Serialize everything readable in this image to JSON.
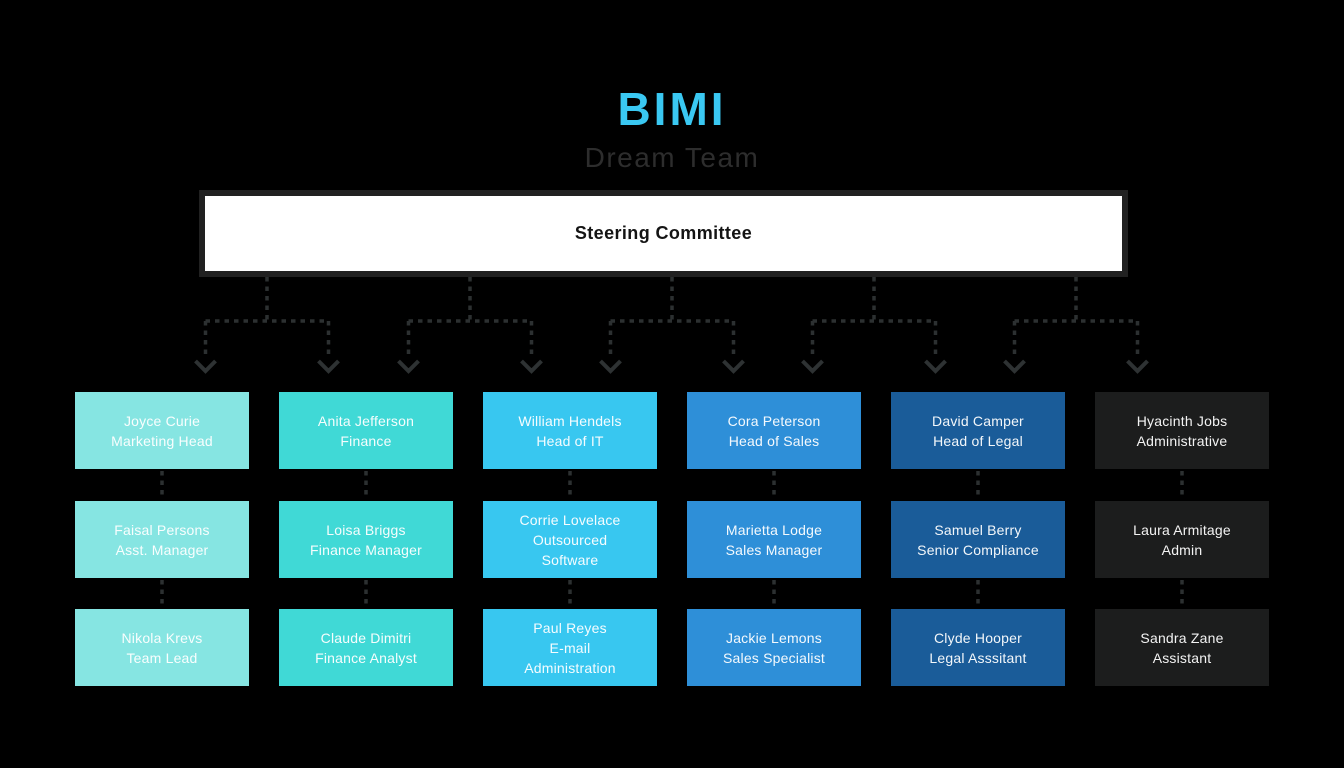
{
  "header": {
    "brand": "BIMI",
    "brand_color": "#3AC8F2",
    "subtitle": "Dream Team",
    "subtitle_color": "#2D2D2D"
  },
  "root": {
    "label": "Steering Committee"
  },
  "org": {
    "columns": [
      {
        "department": "marketing",
        "color": "#86E5E2",
        "members": [
          {
            "name": "Joyce Curie",
            "role": "Marketing Head"
          },
          {
            "name": "Faisal Persons",
            "role": "Asst. Manager"
          },
          {
            "name": "Nikola Krevs",
            "role": "Team Lead"
          }
        ]
      },
      {
        "department": "finance",
        "color": "#40D9D6",
        "members": [
          {
            "name": "Anita Jefferson",
            "role": "Finance"
          },
          {
            "name": "Loisa Briggs",
            "role": "Finance Manager"
          },
          {
            "name": "Claude Dimitri",
            "role": "Finance Analyst"
          }
        ]
      },
      {
        "department": "it",
        "color": "#38C7F0",
        "members": [
          {
            "name": "William Hendels",
            "role": "Head of IT"
          },
          {
            "name": "Corrie Lovelace",
            "role": "Outsourced\nSoftware"
          },
          {
            "name": "Paul Reyes",
            "role": "E-mail\nAdministration"
          }
        ]
      },
      {
        "department": "sales",
        "color": "#2E8FD8",
        "members": [
          {
            "name": "Cora Peterson",
            "role": "Head of Sales"
          },
          {
            "name": "Marietta Lodge",
            "role": "Sales Manager"
          },
          {
            "name": "Jackie Lemons",
            "role": "Sales Specialist"
          }
        ]
      },
      {
        "department": "legal",
        "color": "#1A5C99",
        "members": [
          {
            "name": "David Camper",
            "role": "Head of Legal"
          },
          {
            "name": "Samuel Berry",
            "role": "Senior Compliance"
          },
          {
            "name": "Clyde Hooper",
            "role": "Legal Asssitant"
          }
        ]
      },
      {
        "department": "administrative",
        "color": "#1C1D1D",
        "members": [
          {
            "name": "Hyacinth Jobs",
            "role": "Administrative"
          },
          {
            "name": "Laura Armitage",
            "role": "Admin"
          },
          {
            "name": "Sandra Zane",
            "role": "Assistant"
          }
        ]
      }
    ]
  }
}
